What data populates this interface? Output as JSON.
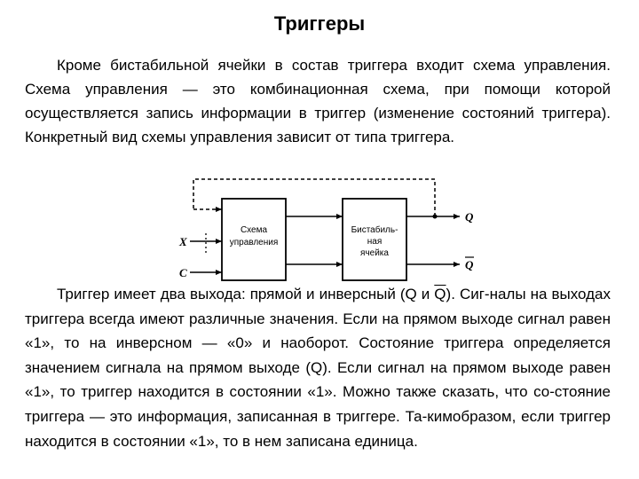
{
  "title": "Триггеры",
  "paragraph1": "Кроме бистабильной ячейки в состав триггера входит схема управления. Схема управления — это комбинационная схема, при помощи которой осуществляется запись информации в триггер (изменение состояний триггера). Конкретный вид схемы управления зависит от типа триггера.",
  "diagram": {
    "control_block_label": [
      "Схема",
      "управления"
    ],
    "bistable_block_label": [
      "Бистабиль-",
      "ная",
      "ячейка"
    ],
    "input_x": "X",
    "input_c": "C",
    "output_q": "Q",
    "output_q_inv": "Q"
  },
  "paragraph2": {
    "before": "Триггер имеет два выхода: прямой и инверсный (Q и ",
    "q_inv": "Q",
    "after": "). Сиг-налы на выходах триггера всегда имеют различные значения. Если на прямом выходе сигнал равен «1», то на инверсном — «0» и наоборот. Состояние триггера определяется значением сигнала на прямом выходе (Q). Если сигнал на прямом выходе равен «1», то триггер находится в состоянии «1». Можно также сказать, что со-стояние триггера — это информация, записанная в триггере. Та-кимобразом, если триггер находится в состоянии «1», то в нем записана единица."
  }
}
